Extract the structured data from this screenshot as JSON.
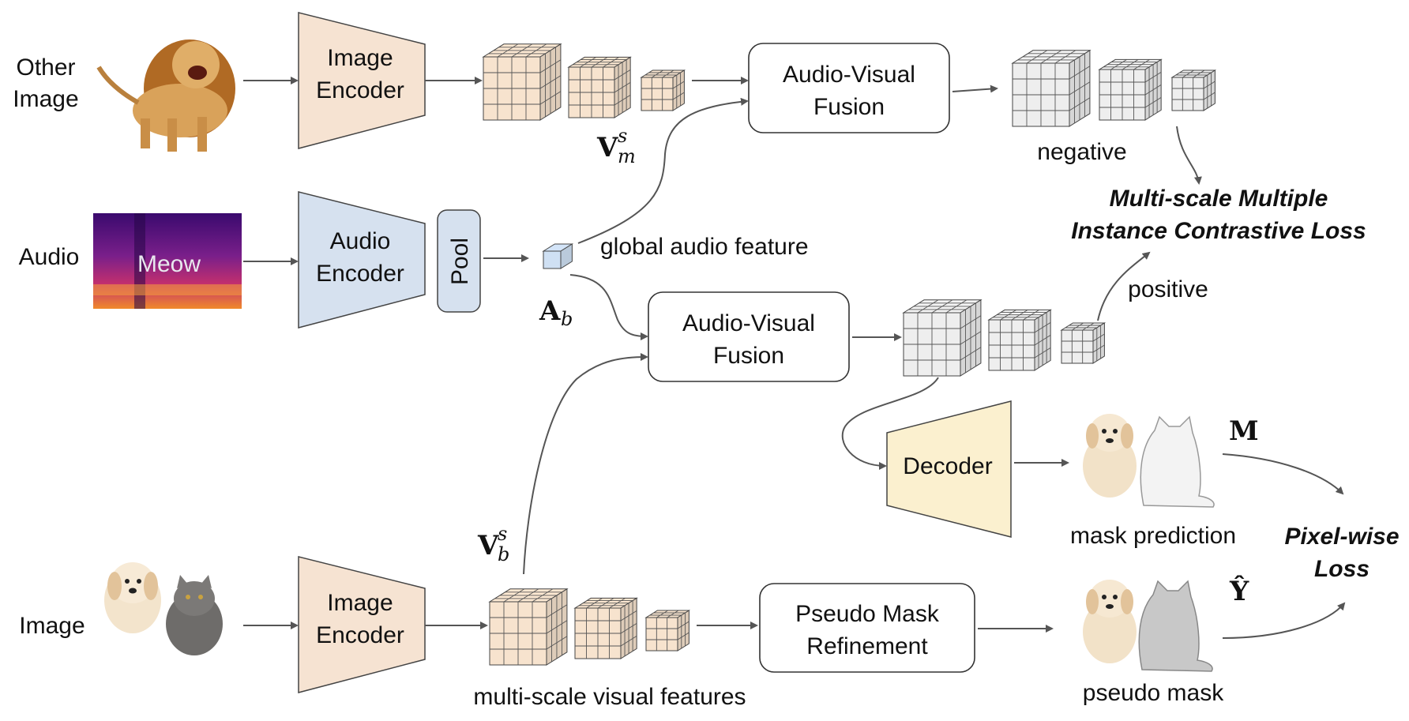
{
  "inputs": {
    "other_image_label": [
      "Other",
      "Image"
    ],
    "audio_label": "Audio",
    "image_label": "Image",
    "spectrogram_text": "Meow"
  },
  "encoders": {
    "image_encoder_top": [
      "Image",
      "Encoder"
    ],
    "audio_encoder": [
      "Audio",
      "Encoder"
    ],
    "pool": "Pool",
    "image_encoder_bottom": [
      "Image",
      "Encoder"
    ],
    "decoder": "Decoder"
  },
  "modules": {
    "fusion_top": [
      "Audio-Visual",
      "Fusion"
    ],
    "fusion_mid": [
      "Audio-Visual",
      "Fusion"
    ],
    "pseudo_mask": [
      "Pseudo Mask",
      "Refinement"
    ]
  },
  "symbols": {
    "vm_base": "V",
    "vm_sup": "s",
    "vm_sub": "m",
    "ab_base": "A",
    "ab_sub": "b",
    "vb_base": "V",
    "vb_sup": "s",
    "vb_sub": "b",
    "m": "M",
    "y_hat": "Ŷ"
  },
  "labels": {
    "negative": "negative",
    "positive": "positive",
    "global_audio_feature": "global audio feature",
    "multi_scale_visual": "multi-scale visual features",
    "mask_prediction": "mask prediction",
    "pseudo_mask": "pseudo mask"
  },
  "losses": {
    "contrastive": [
      "Multi-scale Multiple",
      "Instance Contrastive Loss"
    ],
    "pixel": [
      "Pixel-wise",
      "Loss"
    ]
  },
  "colors": {
    "image_encoder_fill": "#f6e3d2",
    "audio_encoder_fill": "#d6e1ef",
    "decoder_fill": "#fbf0cf",
    "feature_peach": "#f7e3ce",
    "feature_gray": "#eeeeee",
    "feature_blue": "#cfe0f3",
    "arrow": "#555555"
  }
}
